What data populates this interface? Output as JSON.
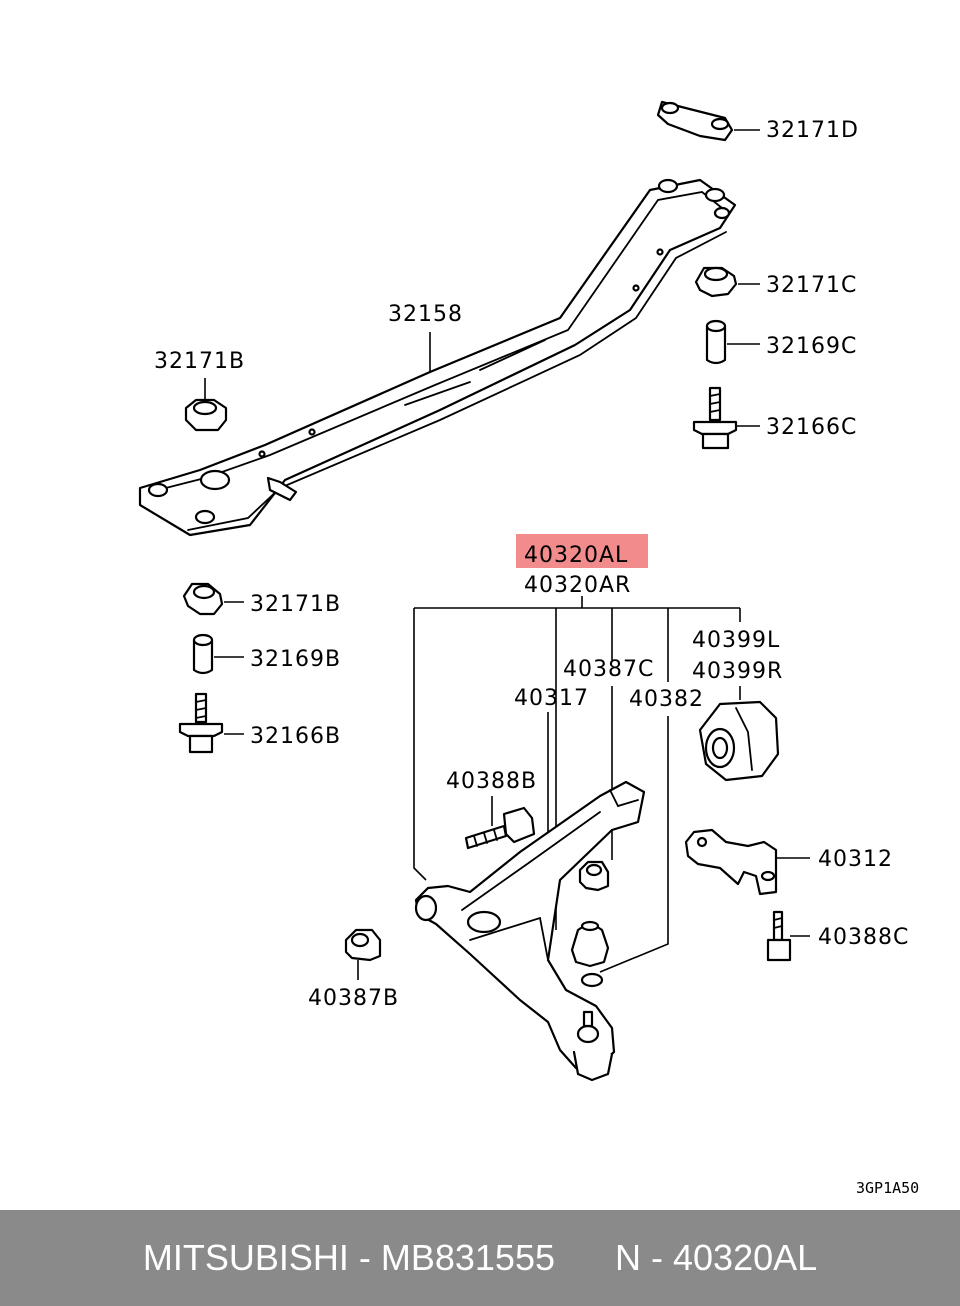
{
  "diagram": {
    "labels": {
      "p32171D": "32171D",
      "p32171C": "32171C",
      "p32169C": "32169C",
      "p32166C": "32166C",
      "p32158": "32158",
      "p32171B_top": "32171B",
      "p40320AL": "40320AL",
      "p40320AR": "40320AR",
      "p32171B": "32171B",
      "p32169B": "32169B",
      "p32166B": "32166B",
      "p40399L": "40399L",
      "p40399R": "40399R",
      "p40387C": "40387C",
      "p40317": "40317",
      "p40382": "40382",
      "p40388B": "40388B",
      "p40312": "40312",
      "p40388C": "40388C",
      "p40387B": "40387B"
    },
    "highlight_color": "#f28b8b",
    "diagram_code": "3GP1A50"
  },
  "footer": {
    "text": "MITSUBISHI - MB831555      N - 40320AL",
    "background": "#8a8a8a"
  }
}
